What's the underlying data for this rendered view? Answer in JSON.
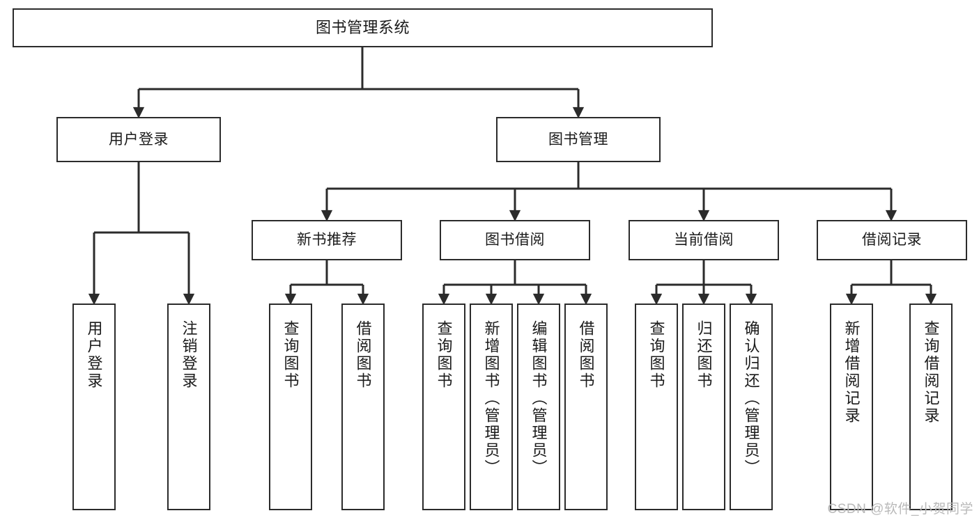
{
  "diagram": {
    "type": "tree-hierarchy-functional-decomposition",
    "title": "图书管理系统",
    "watermark": "CSDN @软件_小贺同学",
    "colors": {
      "box_border": "#2b2b2b",
      "box_fill": "#ffffff",
      "connector": "#2b2b2b",
      "text": "#1a1a1a",
      "watermark": "#b9b9b9",
      "background": "#ffffff"
    },
    "nodes": {
      "root": {
        "label": "图书管理系统"
      },
      "level2": [
        {
          "id": "user-login",
          "label": "用户登录"
        },
        {
          "id": "book-manage",
          "label": "图书管理"
        }
      ],
      "level3": [
        {
          "id": "new-book-recommend",
          "label": "新书推荐"
        },
        {
          "id": "book-borrow",
          "label": "图书借阅"
        },
        {
          "id": "current-borrow",
          "label": "当前借阅"
        },
        {
          "id": "borrow-record",
          "label": "借阅记录"
        }
      ],
      "leaves": {
        "user_login": [
          {
            "id": "leaf-user-login",
            "label": "用户登录"
          },
          {
            "id": "leaf-user-logout",
            "label": "注销登录"
          }
        ],
        "new_book_recommend": [
          {
            "id": "leaf-query-book-1",
            "label": "查询图书"
          },
          {
            "id": "leaf-borrow-book-1",
            "label": "借阅图书"
          }
        ],
        "book_borrow": [
          {
            "id": "leaf-query-book-2",
            "label": "查询图书"
          },
          {
            "id": "leaf-add-book",
            "label": "新增图书（管理员）"
          },
          {
            "id": "leaf-edit-book",
            "label": "编辑图书（管理员）"
          },
          {
            "id": "leaf-borrow-book-2",
            "label": "借阅图书"
          }
        ],
        "current_borrow": [
          {
            "id": "leaf-query-book-3",
            "label": "查询图书"
          },
          {
            "id": "leaf-return-book",
            "label": "归还图书"
          },
          {
            "id": "leaf-confirm-return",
            "label": "确认归还（管理员）"
          }
        ],
        "borrow_record": [
          {
            "id": "leaf-add-record",
            "label": "新增借阅记录"
          },
          {
            "id": "leaf-query-record",
            "label": "查询借阅记录"
          }
        ]
      }
    }
  }
}
